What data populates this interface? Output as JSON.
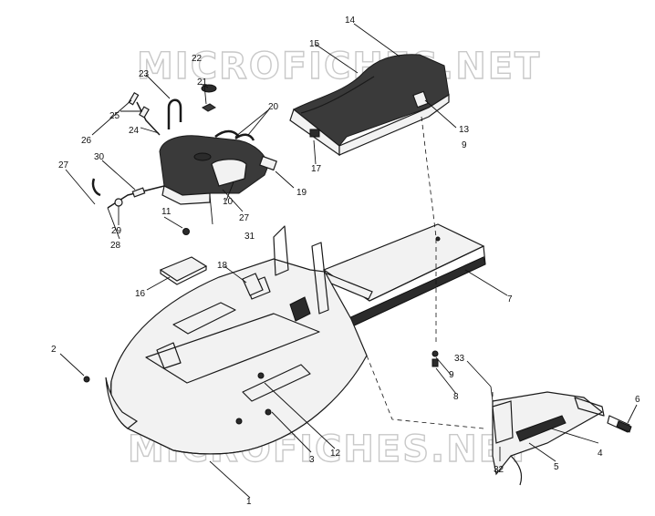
{
  "watermark": {
    "top": "MICROFICHES.NET",
    "bottom": "MICROFICHES.NET"
  },
  "callouts": [
    {
      "id": "c1",
      "text": "1"
    },
    {
      "id": "c2",
      "text": "2"
    },
    {
      "id": "c3",
      "text": "3"
    },
    {
      "id": "c4",
      "text": "4"
    },
    {
      "id": "c5",
      "text": "5"
    },
    {
      "id": "c6",
      "text": "6"
    },
    {
      "id": "c7",
      "text": "7"
    },
    {
      "id": "c8",
      "text": "8"
    },
    {
      "id": "c9a",
      "text": "9"
    },
    {
      "id": "c9b",
      "text": "9"
    },
    {
      "id": "c10",
      "text": "10"
    },
    {
      "id": "c11",
      "text": "11"
    },
    {
      "id": "c12",
      "text": "12"
    },
    {
      "id": "c13",
      "text": "13"
    },
    {
      "id": "c14",
      "text": "14"
    },
    {
      "id": "c15",
      "text": "15"
    },
    {
      "id": "c16",
      "text": "16"
    },
    {
      "id": "c17",
      "text": "17"
    },
    {
      "id": "c18",
      "text": "18"
    },
    {
      "id": "c19",
      "text": "19"
    },
    {
      "id": "c20",
      "text": "20"
    },
    {
      "id": "c21",
      "text": "21"
    },
    {
      "id": "c22",
      "text": "22"
    },
    {
      "id": "c23",
      "text": "23"
    },
    {
      "id": "c24",
      "text": "24"
    },
    {
      "id": "c25",
      "text": "25"
    },
    {
      "id": "c26",
      "text": "26"
    },
    {
      "id": "c27a",
      "text": "27"
    },
    {
      "id": "c27b",
      "text": "27"
    },
    {
      "id": "c28",
      "text": "28"
    },
    {
      "id": "c29",
      "text": "29"
    },
    {
      "id": "c30",
      "text": "30"
    },
    {
      "id": "c31",
      "text": "31"
    },
    {
      "id": "c32",
      "text": "32"
    },
    {
      "id": "c33",
      "text": "33"
    }
  ]
}
